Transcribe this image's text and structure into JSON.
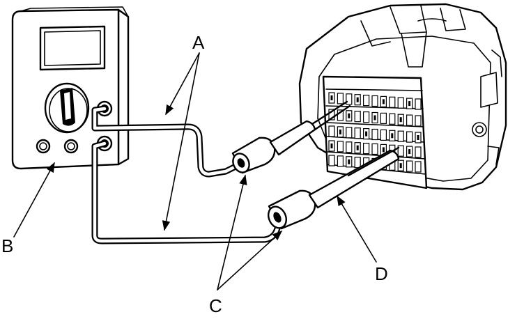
{
  "diagram": {
    "labels": {
      "a": "A",
      "b": "B",
      "c": "C",
      "d": "D"
    },
    "colors": {
      "ink": "#000000",
      "paper": "#ffffff"
    }
  }
}
